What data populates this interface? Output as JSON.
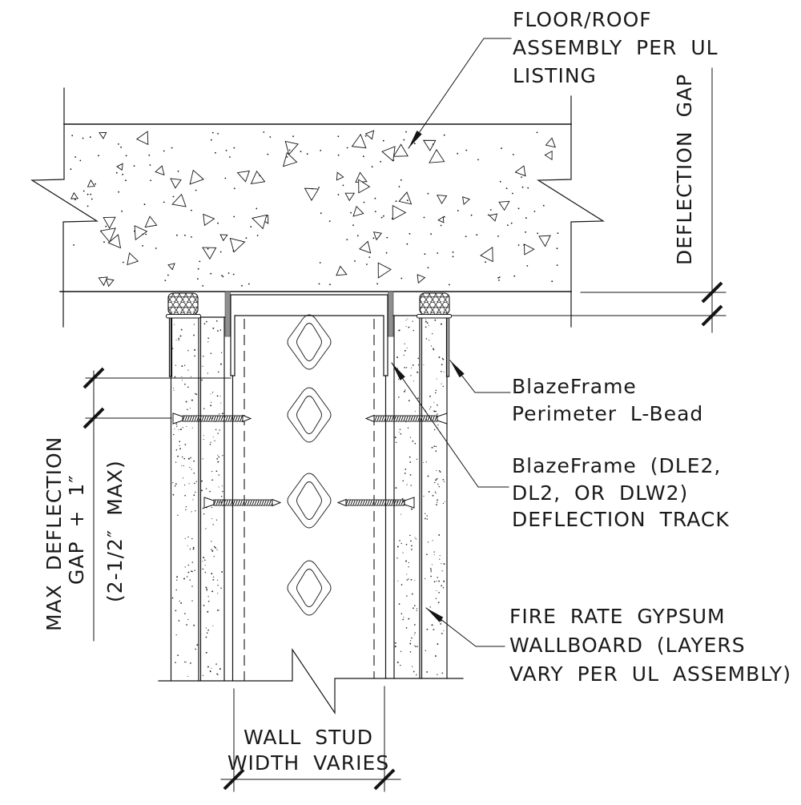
{
  "labels": {
    "floor_roof_assembly": [
      "FLOOR/ROOF",
      "ASSEMBLY PER UL",
      "LISTING"
    ],
    "deflection_gap": "DEFLECTION GAP",
    "max_deflection": [
      "MAX DEFLECTION",
      "GAP + 1″",
      "(2-1/2″ MAX)"
    ],
    "perimeter_l_bead": [
      "BlazeFrame",
      "Perimeter L-Bead"
    ],
    "deflection_track": [
      "BlazeFrame (DLE2,",
      "DL2, OR DLW2)",
      "DEFLECTION TRACK"
    ],
    "gypsum_wallboard": [
      "FIRE RATE GYPSUM",
      "WALLBOARD (LAYERS",
      "VARY PER UL ASSEMBLY)"
    ],
    "wall_stud": [
      "WALL STUD",
      "WIDTH VARIES"
    ]
  },
  "colors": {
    "line": "#141414",
    "background": "#ffffff",
    "intumescent_strip": "#8f8f8f"
  }
}
